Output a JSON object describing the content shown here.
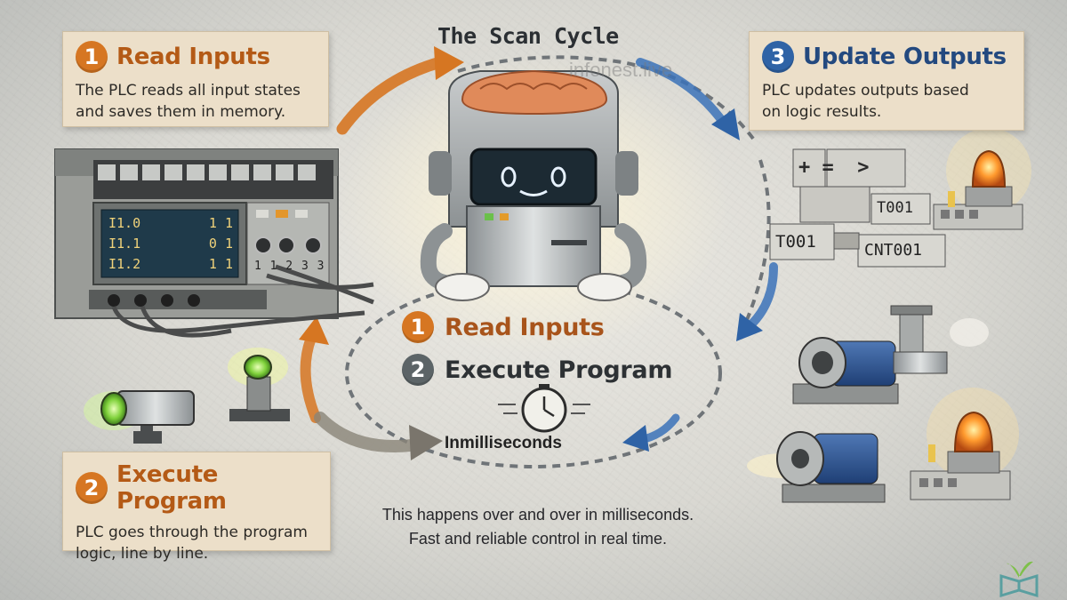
{
  "title": "The Scan Cycle",
  "watermark": "infonest.live",
  "step1_card": {
    "number": "1",
    "title": "Read Inputs",
    "lines": [
      "The PLC reads all input states",
      "and saves them in memory."
    ]
  },
  "step2_card": {
    "number": "2",
    "title": "Execute Program",
    "lines": [
      "PLC goes through the program",
      "logic, line by line."
    ]
  },
  "step3_card": {
    "number": "3",
    "title": "Update Outputs",
    "lines": [
      "PLC updates outputs based",
      "on logic results."
    ]
  },
  "center": {
    "step1": {
      "number": "1",
      "label": "Read Inputs"
    },
    "step2": {
      "number": "2",
      "label": "Execute Program"
    },
    "timing_label": "Inmilliseconds"
  },
  "footer": [
    "This happens over and over in milliseconds.",
    "Fast and reliable control in real time."
  ],
  "plc_display": {
    "rows": [
      {
        "tag": "I1.0",
        "value": "1 1"
      },
      {
        "tag": "I1.1",
        "value": "0 1"
      },
      {
        "tag": "I1.2",
        "value": "1 1"
      }
    ],
    "knob_labels": "1 1 2 3 3"
  },
  "logic_blocks": {
    "block_ops": "+ =  >",
    "timer_top": "T001",
    "timer_left": "T001",
    "counter": "CNT001"
  },
  "colors": {
    "orange": "#d67622",
    "blue": "#2f63a6",
    "card": "#ecdfc9",
    "screen": "#1f3a4a"
  }
}
